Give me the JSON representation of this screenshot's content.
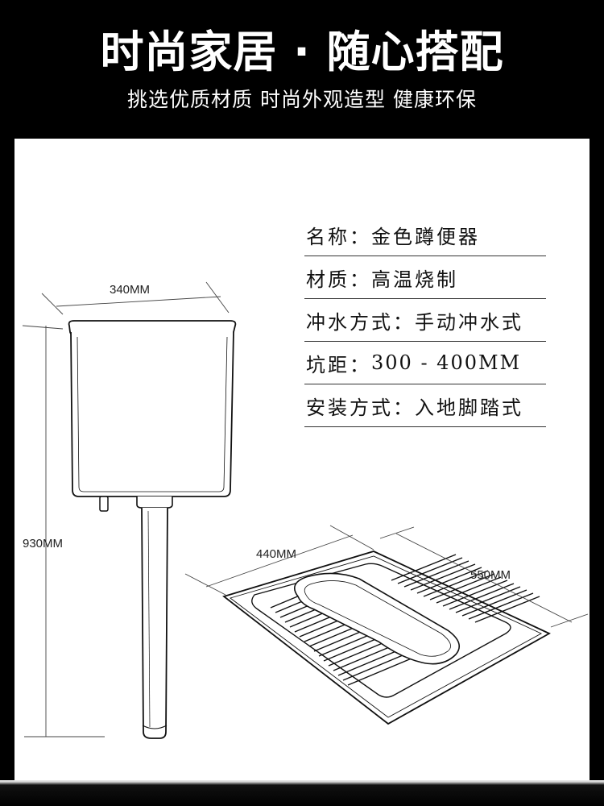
{
  "header": {
    "title": "时尚家居 · 随心搭配",
    "subtitle": "挑选优质材质 时尚外观造型 健康环保"
  },
  "specs": [
    {
      "label": "名称",
      "sep": "：",
      "value": "金色蹲便器"
    },
    {
      "label": "材质",
      "sep": "：",
      "value": "高温烧制"
    },
    {
      "label": "冲水方式",
      "sep": "：",
      "value": "手动冲水式"
    },
    {
      "label": "坑距",
      "sep": "：",
      "value": "300 - 400MM"
    },
    {
      "label": "安装方式",
      "sep": "：",
      "value": "入地脚踏式"
    }
  ],
  "dimensions": {
    "tank_width": "340MM",
    "total_height": "930MM",
    "pan_width": "440MM",
    "pan_length": "550MM"
  },
  "colors": {
    "header_bg": "#000000",
    "panel_bg": "#ffffff",
    "line": "#333333"
  }
}
